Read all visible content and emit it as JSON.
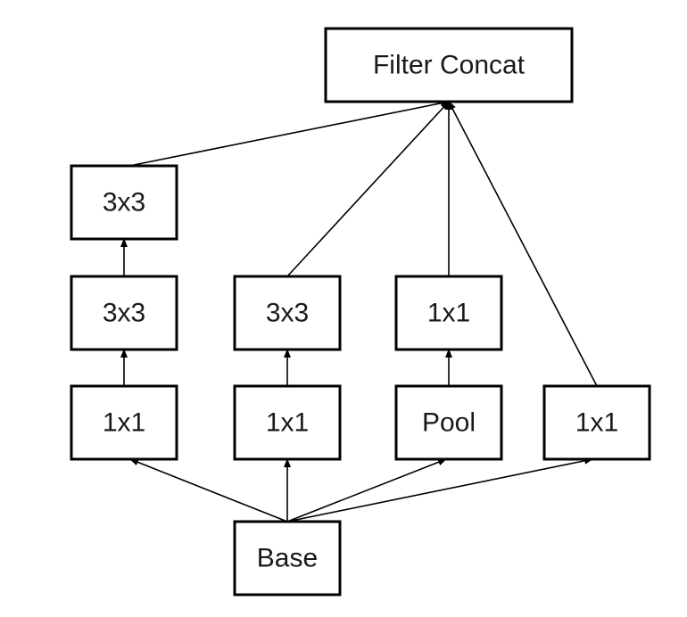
{
  "diagram": {
    "nodes": {
      "filter_concat": "Filter Concat",
      "branch1_conv3x3_top": "3x3",
      "branch1_conv3x3_mid": "3x3",
      "branch1_conv1x1": "1x1",
      "branch2_conv3x3": "3x3",
      "branch2_conv1x1": "1x1",
      "branch3_conv1x1": "1x1",
      "branch3_pool": "Pool",
      "branch4_conv1x1": "1x1",
      "base": "Base"
    },
    "edges": [
      [
        "base",
        "branch1_conv1x1"
      ],
      [
        "base",
        "branch2_conv1x1"
      ],
      [
        "base",
        "branch3_pool"
      ],
      [
        "base",
        "branch4_conv1x1"
      ],
      [
        "branch1_conv1x1",
        "branch1_conv3x3_mid"
      ],
      [
        "branch1_conv3x3_mid",
        "branch1_conv3x3_top"
      ],
      [
        "branch2_conv1x1",
        "branch2_conv3x3"
      ],
      [
        "branch3_pool",
        "branch3_conv1x1"
      ],
      [
        "branch1_conv3x3_top",
        "filter_concat"
      ],
      [
        "branch2_conv3x3",
        "filter_concat"
      ],
      [
        "branch3_conv1x1",
        "filter_concat"
      ],
      [
        "branch4_conv1x1",
        "filter_concat"
      ]
    ]
  }
}
